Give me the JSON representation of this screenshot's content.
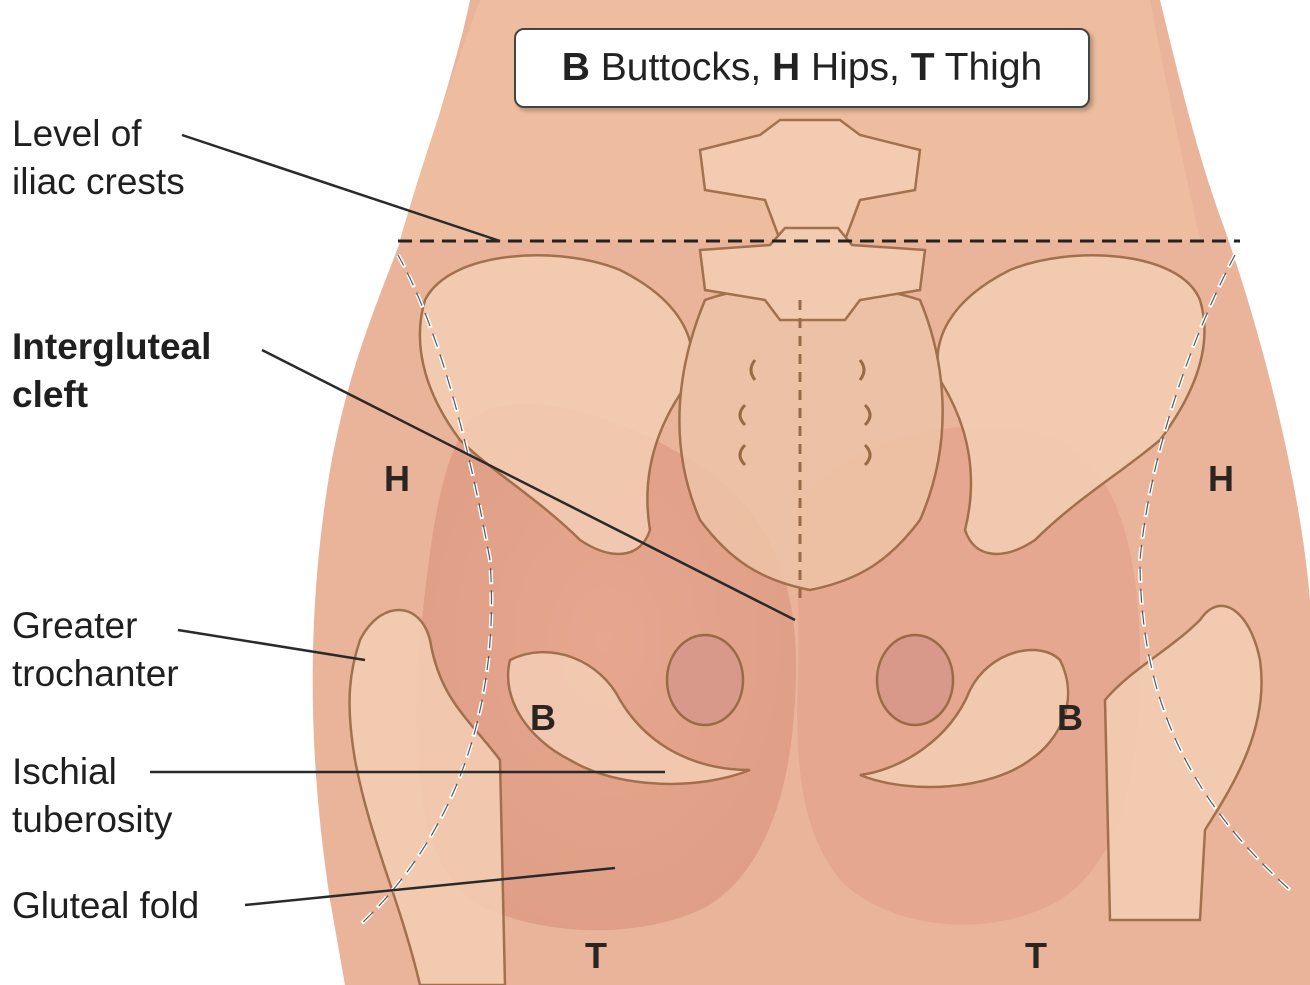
{
  "legend": {
    "b_key": "B",
    "b_text": " Buttocks, ",
    "h_key": "H",
    "h_text": " Hips, ",
    "t_key": "T",
    "t_text": " Thigh"
  },
  "labels": {
    "iliac_crests": "Level of\niliac crests",
    "intergluteal_cleft": "Intergluteal\ncleft",
    "greater_trochanter": "Greater\ntrochanter",
    "ischial_tuberosity": "Ischial\ntuberosity",
    "gluteal_fold": "Gluteal fold"
  },
  "zones": {
    "hip_left": "H",
    "hip_right": "H",
    "buttock_left": "B",
    "buttock_right": "B",
    "thigh_left": "T",
    "thigh_right": "T"
  },
  "colors": {
    "skin": "#e9b49a",
    "skin_light": "#f0c6ad",
    "bone_fill": "#f3cdb3",
    "bone_outline": "#9a6a45",
    "shadow": "#d39682"
  }
}
